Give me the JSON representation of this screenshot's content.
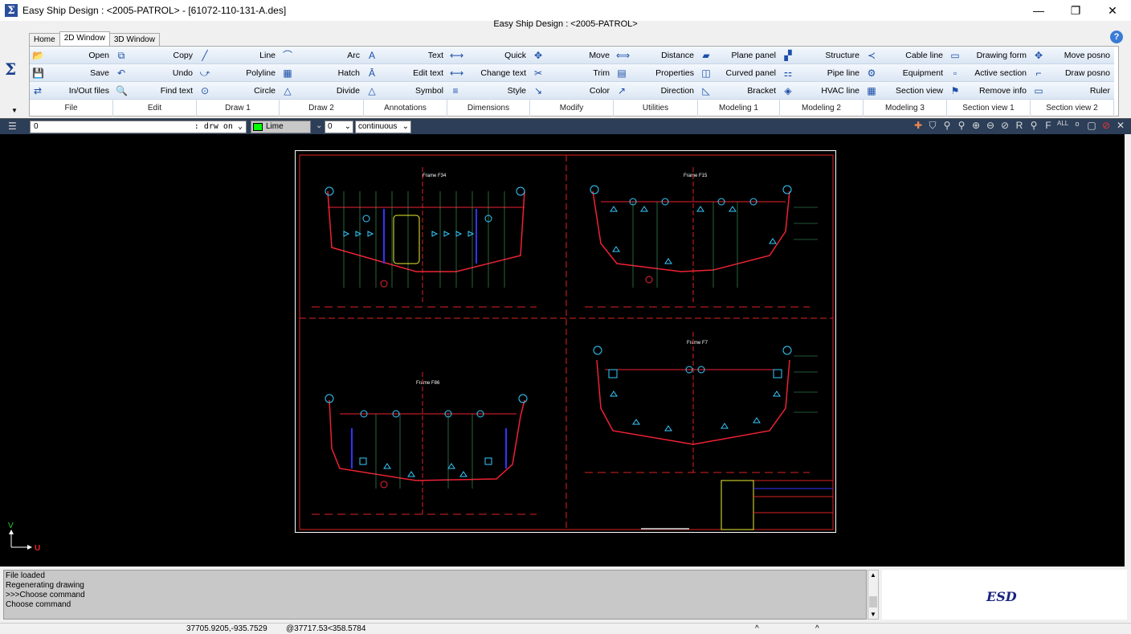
{
  "window": {
    "title": "Easy Ship Design : <2005-PATROL> - [61072-110-131-A.des]",
    "subtitle": "Easy Ship Design : <2005-PATROL>",
    "minimize": "—",
    "restore": "❐",
    "close": "✕"
  },
  "tabs": [
    "Home",
    "2D Window",
    "3D Window"
  ],
  "ribbon": {
    "columns": [
      {
        "group": "File",
        "items": [
          {
            "label": "Open",
            "icon": "folder-icon",
            "glyph": "📂"
          },
          {
            "label": "Save",
            "icon": "save-icon",
            "glyph": "💾"
          },
          {
            "label": "In/Out files",
            "icon": "io-files-icon",
            "glyph": "⇄"
          }
        ]
      },
      {
        "group": "Edit",
        "items": [
          {
            "label": "Copy",
            "icon": "copy-icon",
            "glyph": "⧉"
          },
          {
            "label": "Undo",
            "icon": "undo-icon",
            "glyph": "↶"
          },
          {
            "label": "Find text",
            "icon": "find-text-icon",
            "glyph": "🔍"
          }
        ]
      },
      {
        "group": "Draw 1",
        "items": [
          {
            "label": "Line",
            "icon": "line-icon",
            "glyph": "╱"
          },
          {
            "label": "Polyline",
            "icon": "polyline-icon",
            "glyph": "⤻"
          },
          {
            "label": "Circle",
            "icon": "circle-icon",
            "glyph": "⊙"
          }
        ]
      },
      {
        "group": "Draw 2",
        "items": [
          {
            "label": "Arc",
            "icon": "arc-icon",
            "glyph": "⌒"
          },
          {
            "label": "Hatch",
            "icon": "hatch-icon",
            "glyph": "▦"
          },
          {
            "label": "Divide",
            "icon": "divide-icon",
            "glyph": "△"
          }
        ]
      },
      {
        "group": "Annotations",
        "items": [
          {
            "label": "Text",
            "icon": "text-icon",
            "glyph": "A"
          },
          {
            "label": "Edit text",
            "icon": "edit-text-icon",
            "glyph": "Ā"
          },
          {
            "label": "Symbol",
            "icon": "symbol-icon",
            "glyph": "△"
          }
        ]
      },
      {
        "group": "Dimensions",
        "items": [
          {
            "label": "Quick",
            "icon": "quick-dim-icon",
            "glyph": "⟷"
          },
          {
            "label": "Change text",
            "icon": "change-text-icon",
            "glyph": "⟷"
          },
          {
            "label": "Style",
            "icon": "style-icon",
            "glyph": "≡"
          }
        ]
      },
      {
        "group": "Modify",
        "items": [
          {
            "label": "Move",
            "icon": "move-icon",
            "glyph": "✥"
          },
          {
            "label": "Trim",
            "icon": "trim-icon",
            "glyph": "✂"
          },
          {
            "label": "Color",
            "icon": "color-icon",
            "glyph": "↘"
          }
        ]
      },
      {
        "group": "Utilities",
        "items": [
          {
            "label": "Distance",
            "icon": "distance-icon",
            "glyph": "⟺"
          },
          {
            "label": "Properties",
            "icon": "properties-icon",
            "glyph": "▤"
          },
          {
            "label": "Direction",
            "icon": "direction-icon",
            "glyph": "↗"
          }
        ]
      },
      {
        "group": "Modeling 1",
        "items": [
          {
            "label": "Plane panel",
            "icon": "plane-panel-icon",
            "glyph": "▰"
          },
          {
            "label": "Curved panel",
            "icon": "curved-panel-icon",
            "glyph": "◫"
          },
          {
            "label": "Bracket",
            "icon": "bracket-icon",
            "glyph": "◺"
          }
        ]
      },
      {
        "group": "Modeling 2",
        "items": [
          {
            "label": "Structure",
            "icon": "structure-icon",
            "glyph": "▞"
          },
          {
            "label": "Pipe line",
            "icon": "pipe-line-icon",
            "glyph": "⚏"
          },
          {
            "label": "HVAC line",
            "icon": "hvac-line-icon",
            "glyph": "◈"
          }
        ]
      },
      {
        "group": "Modeling 3",
        "items": [
          {
            "label": "Cable line",
            "icon": "cable-line-icon",
            "glyph": "≺"
          },
          {
            "label": "Equipment",
            "icon": "equipment-icon",
            "glyph": "⚙"
          },
          {
            "label": "Section view",
            "icon": "section-view-icon",
            "glyph": "▦"
          }
        ]
      },
      {
        "group": "Section view 1",
        "items": [
          {
            "label": "Drawing form",
            "icon": "drawing-form-icon",
            "glyph": "▭"
          },
          {
            "label": "Active section",
            "icon": "active-section-icon",
            "glyph": "▫"
          },
          {
            "label": "Remove info",
            "icon": "remove-info-icon",
            "glyph": "⚑"
          }
        ]
      },
      {
        "group": "Section view 2",
        "items": [
          {
            "label": "Move posno",
            "icon": "move-posno-icon",
            "glyph": "✥"
          },
          {
            "label": "Draw posno",
            "icon": "draw-posno-icon",
            "glyph": "⌐"
          },
          {
            "label": "Ruler",
            "icon": "ruler-icon",
            "glyph": "▭"
          }
        ]
      }
    ]
  },
  "layerbar": {
    "layer": "0",
    "drw_on": ": drw on",
    "color": "Lime",
    "color_hex": "#00ff00",
    "linewidth": "0",
    "linetype": "continuous"
  },
  "drawing": {
    "frame1": "Frame F34",
    "frame2": "Frame F15",
    "frame3": "Frame F86",
    "frame4": "Frame F7"
  },
  "axis": {
    "v": "V",
    "u": "U"
  },
  "command_log": [
    "File loaded",
    "Regenerating drawing",
    ">>>Choose command",
    "Choose command"
  ],
  "esd": "ESD",
  "status": {
    "coords": "37705.9205,-935.7529",
    "relative": "@37717.53<358.5784",
    "caret1": "^",
    "caret2": "^"
  }
}
